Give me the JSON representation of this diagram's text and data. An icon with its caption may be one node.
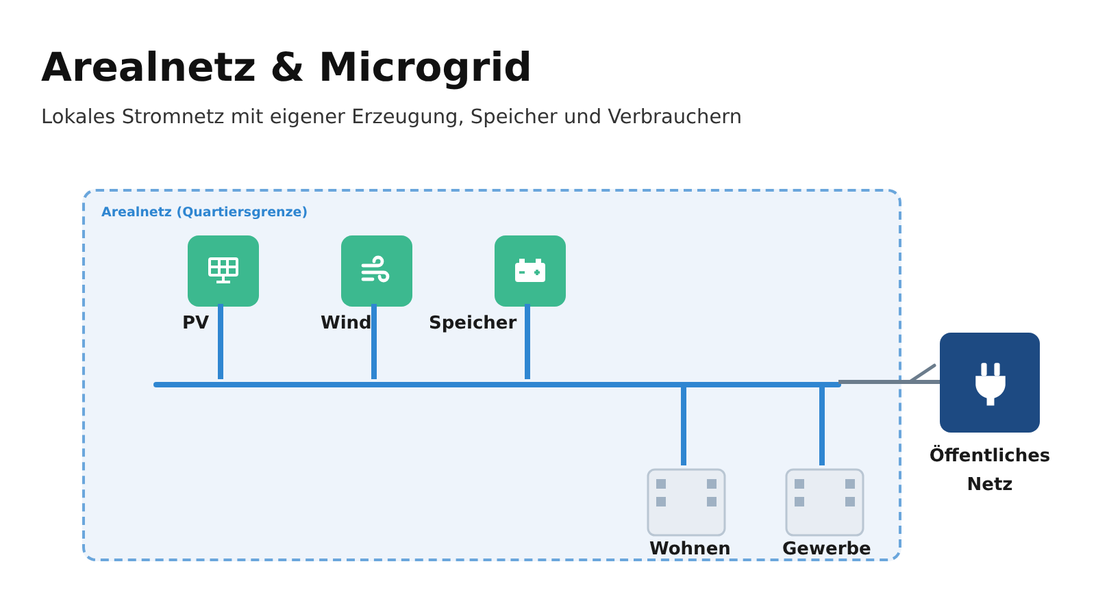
{
  "diagram": {
    "title": "Arealnetz & Microgrid",
    "caption": "Lokales Stromnetz mit eigener Erzeugung, Speicher und Verbrauchern",
    "nodes": [
      {
        "text": [
          "Arealnetz (Quartiersgrenze)"
        ]
      },
      {
        "text": [
          "PV"
        ],
        "in": 0
      },
      {
        "text": [
          "Wind"
        ],
        "in": 0
      },
      {
        "text": [
          "Speicher"
        ],
        "in": 0
      },
      {
        "text": [],
        "shape": "bar",
        "in": 0
      },
      {
        "text": [
          "Wohnen"
        ],
        "in": 0
      },
      {
        "text": [
          "Gewerbe"
        ],
        "in": 0
      },
      {
        "text": [
          "Öffentliches Netz"
        ]
      }
    ],
    "edges": [
      {
        "from": 1,
        "to": 4,
        "arrow": "none"
      },
      {
        "from": 2,
        "to": 4,
        "arrow": "none"
      },
      {
        "from": 3,
        "to": 4,
        "arrow": "none"
      },
      {
        "from": 4,
        "to": 5,
        "arrow": "none"
      },
      {
        "from": 4,
        "to": 6,
        "arrow": "none"
      },
      {
        "from": 4,
        "to": 7,
        "arrow": "none",
        "color": "#6b7c8c"
      }
    ]
  }
}
